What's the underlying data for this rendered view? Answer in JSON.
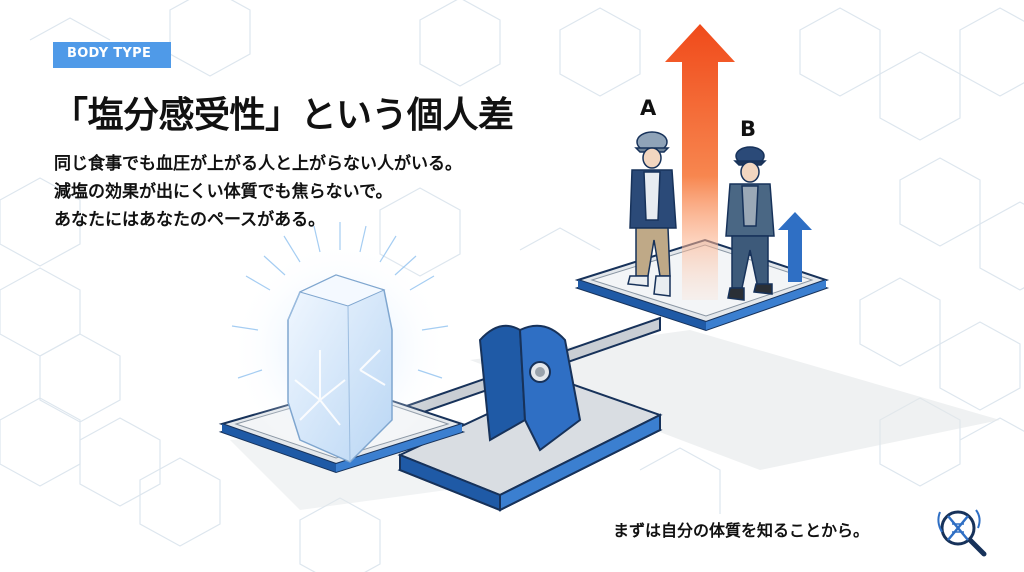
{
  "badge": {
    "label": "BODY TYPE"
  },
  "title": "「塩分感受性」という個人差",
  "body_lines": [
    "同じ食事でも血圧が上がる人と上がらない人がいる。",
    "減塩の効果が出にくい体質でも焦らないで。",
    "あなたにはあなたのペースがある。"
  ],
  "figure": {
    "label_a": "A",
    "label_b": "B",
    "icons": [
      "salt-crystal-icon",
      "tall-orange-arrow-icon",
      "short-blue-arrow-icon",
      "balance-scale-icon",
      "person-a-icon",
      "person-b-icon"
    ]
  },
  "footer": "まずは自分の体質を知ることから。",
  "logo": {
    "icon": "dna-magnifier-icon"
  },
  "colors": {
    "accent_blue": "#2f6fc4",
    "badge_blue": "#4f9ae8",
    "arrow_orange": "#f25c22",
    "crystal": "#cfe4fa",
    "hex_grid": "#dde6ee"
  }
}
